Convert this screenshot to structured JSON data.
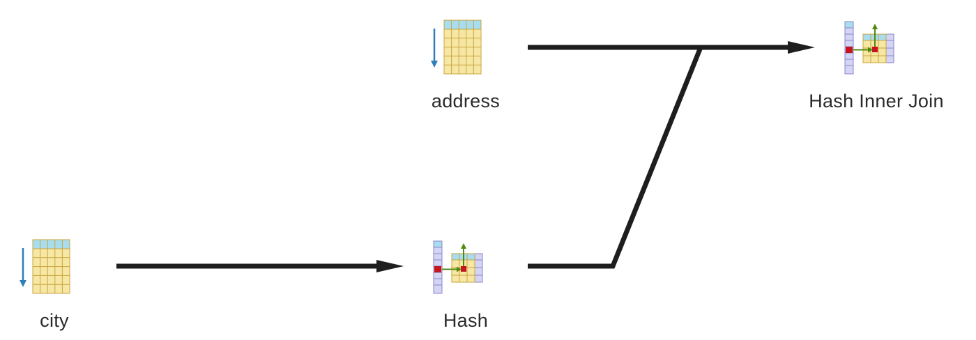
{
  "nodes": {
    "address": {
      "label": "address",
      "icon": "table-scan-icon"
    },
    "city": {
      "label": "city",
      "icon": "table-scan-icon"
    },
    "hash": {
      "label": "Hash",
      "icon": "hash-icon"
    },
    "hash_inner_join": {
      "label": "Hash Inner Join",
      "icon": "hash-join-icon"
    }
  },
  "colors": {
    "edge": "#1e1e1e",
    "table_header": "#a8dcef",
    "table_body": "#f7e7a4",
    "table_line": "#c9a53e",
    "scan_arrow": "#2f7fb8",
    "hash_column": "#d4d4f4",
    "hash_line": "#8a86c8",
    "hash_key": "#c8141e",
    "hash_arrow": "#4f8a10"
  }
}
